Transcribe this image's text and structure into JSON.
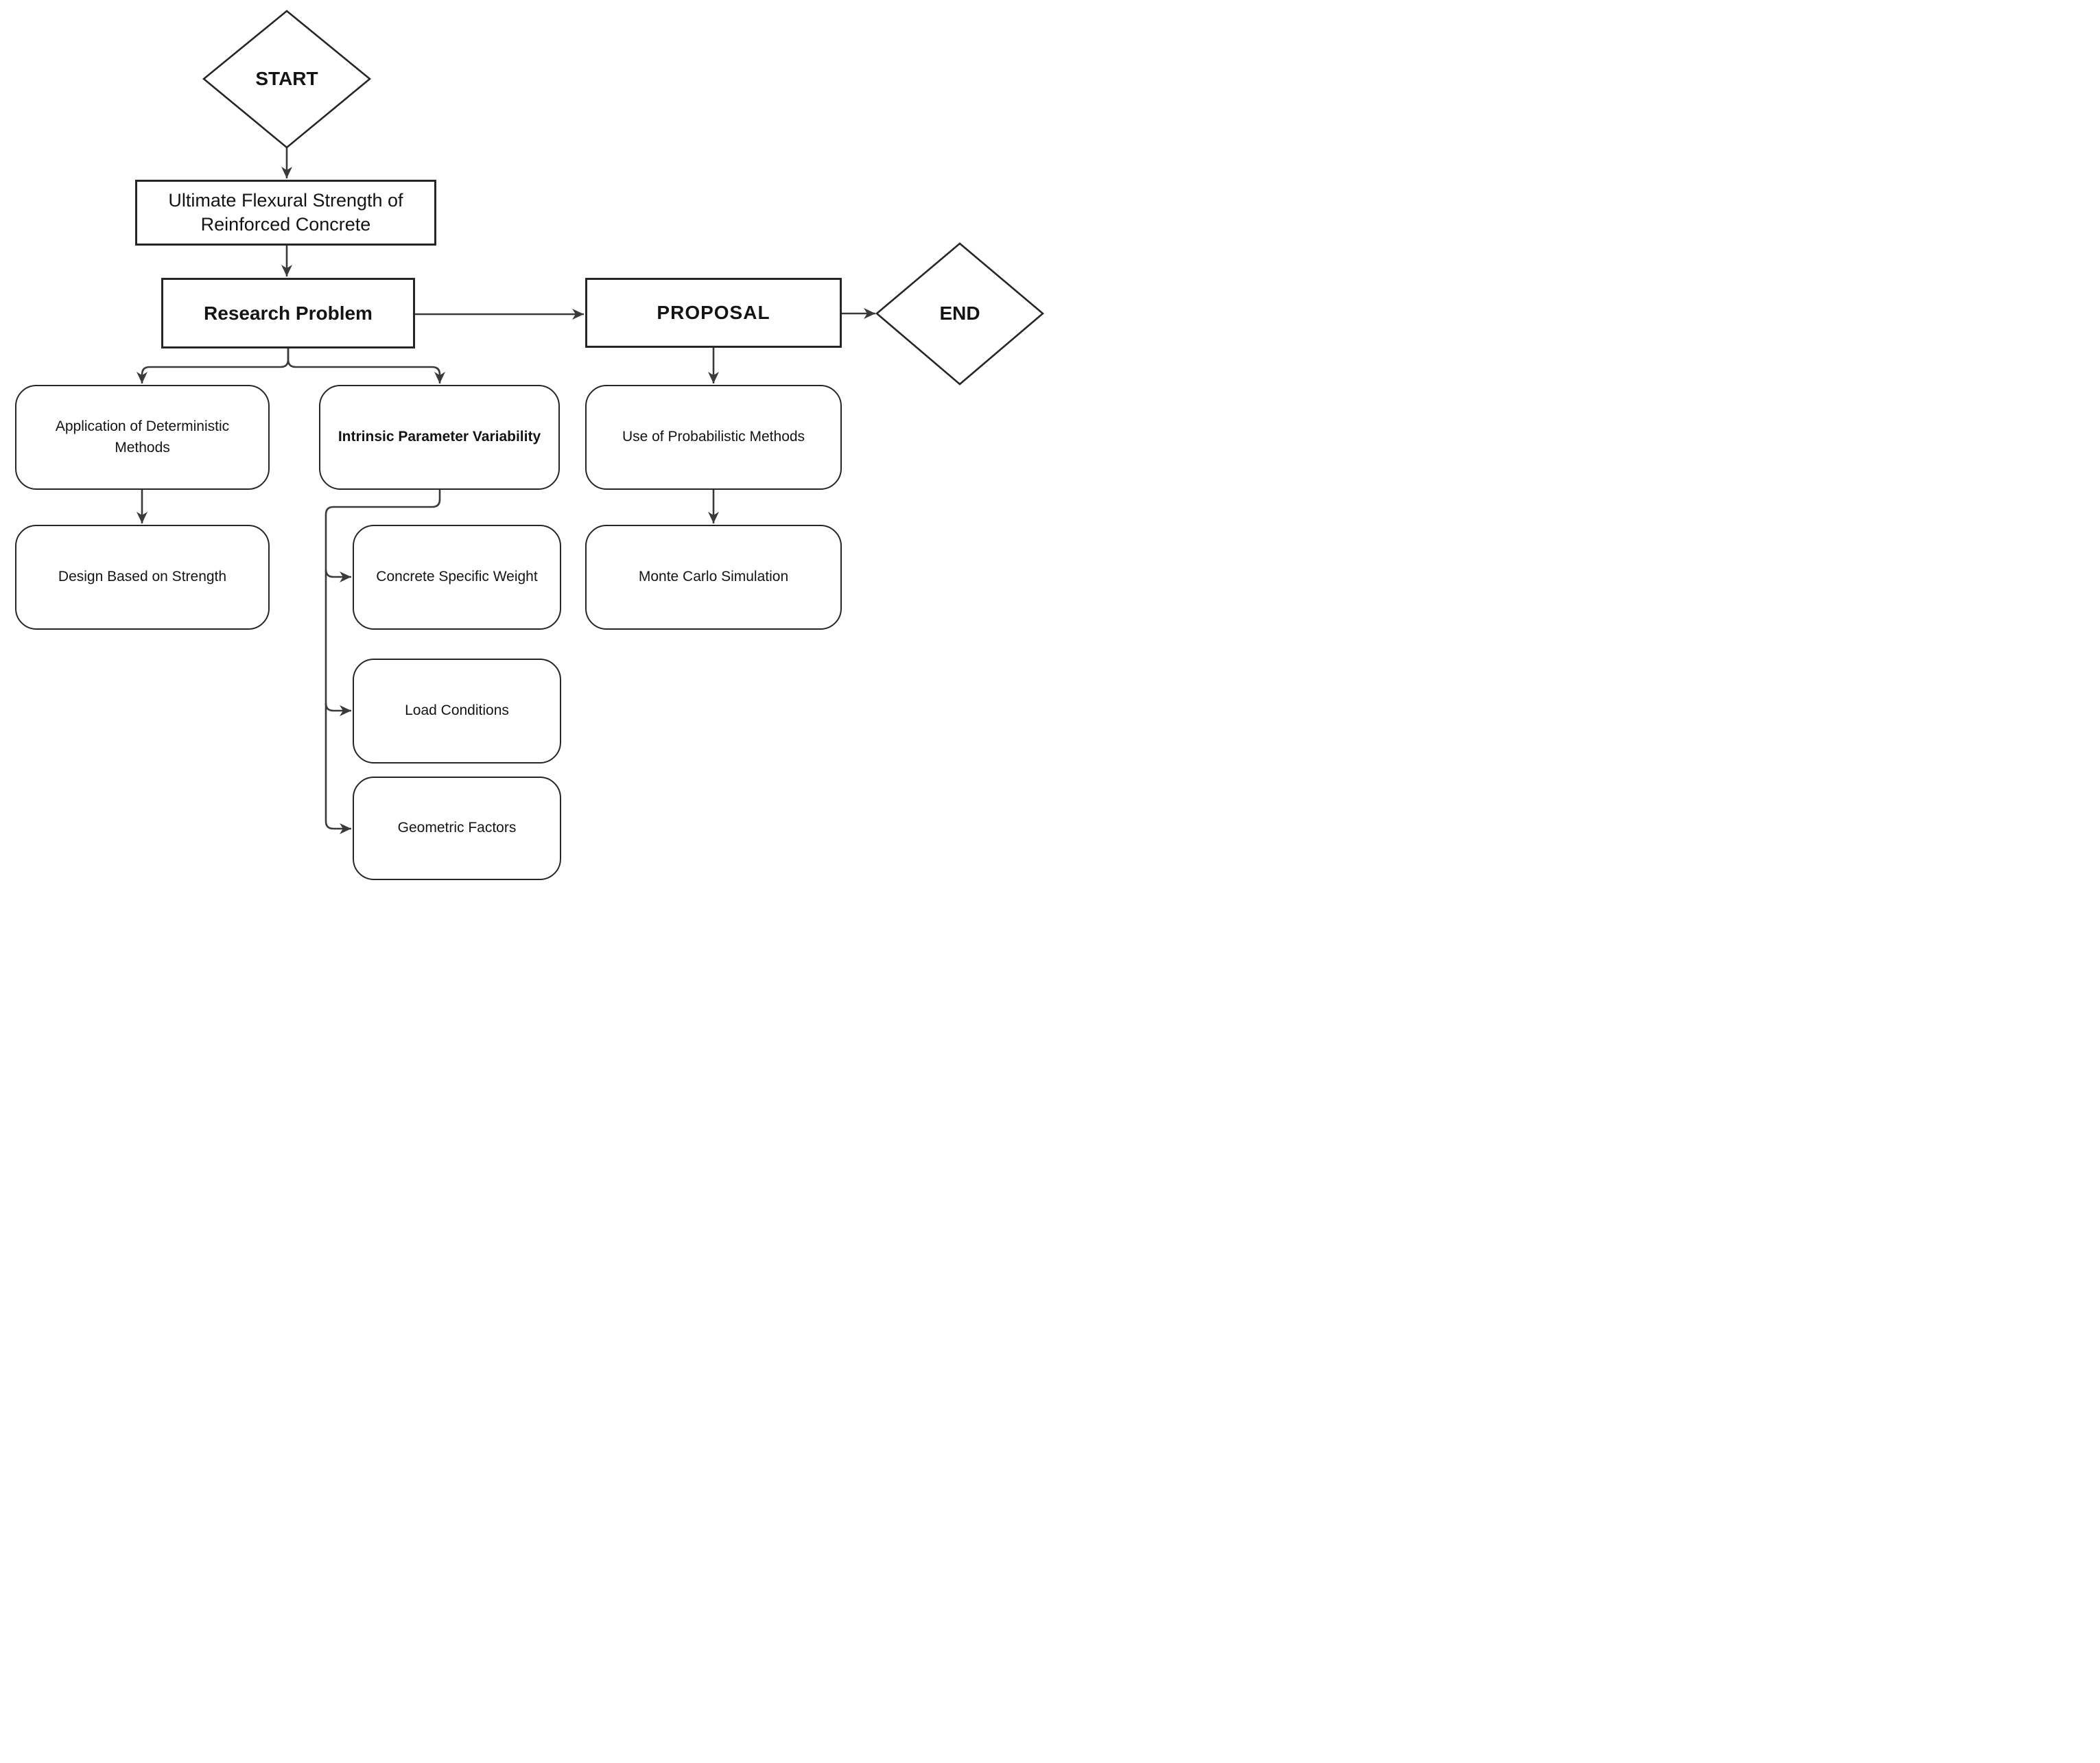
{
  "diagram": {
    "colors": {
      "background": "#ffffff",
      "line": "#3a3a3a",
      "border": "#262626",
      "text": "#141414"
    },
    "nodes": {
      "start": {
        "label": "START",
        "shape": "diamond"
      },
      "topic": {
        "label": "Ultimate Flexural Strength of Reinforced Concrete",
        "shape": "rectangle"
      },
      "research_problem": {
        "label": "Research Problem",
        "shape": "rectangle"
      },
      "proposal": {
        "label": "PROPOSAL",
        "shape": "rectangle"
      },
      "end": {
        "label": "END",
        "shape": "diamond"
      },
      "deterministic": {
        "label": "Application of Deterministic Methods",
        "shape": "rounded"
      },
      "intrinsic": {
        "label": "Intrinsic Parameter Variability",
        "shape": "rounded"
      },
      "probabilistic": {
        "label": "Use of Probabilistic Methods",
        "shape": "rounded"
      },
      "design_strength": {
        "label": "Design Based on Strength",
        "shape": "rounded"
      },
      "concrete_weight": {
        "label": "Concrete Specific Weight",
        "shape": "rounded"
      },
      "monte_carlo": {
        "label": "Monte Carlo Simulation",
        "shape": "rounded"
      },
      "load_conditions": {
        "label": "Load Conditions",
        "shape": "rounded"
      },
      "geometric_factors": {
        "label": "Geometric Factors",
        "shape": "rounded"
      }
    }
  }
}
